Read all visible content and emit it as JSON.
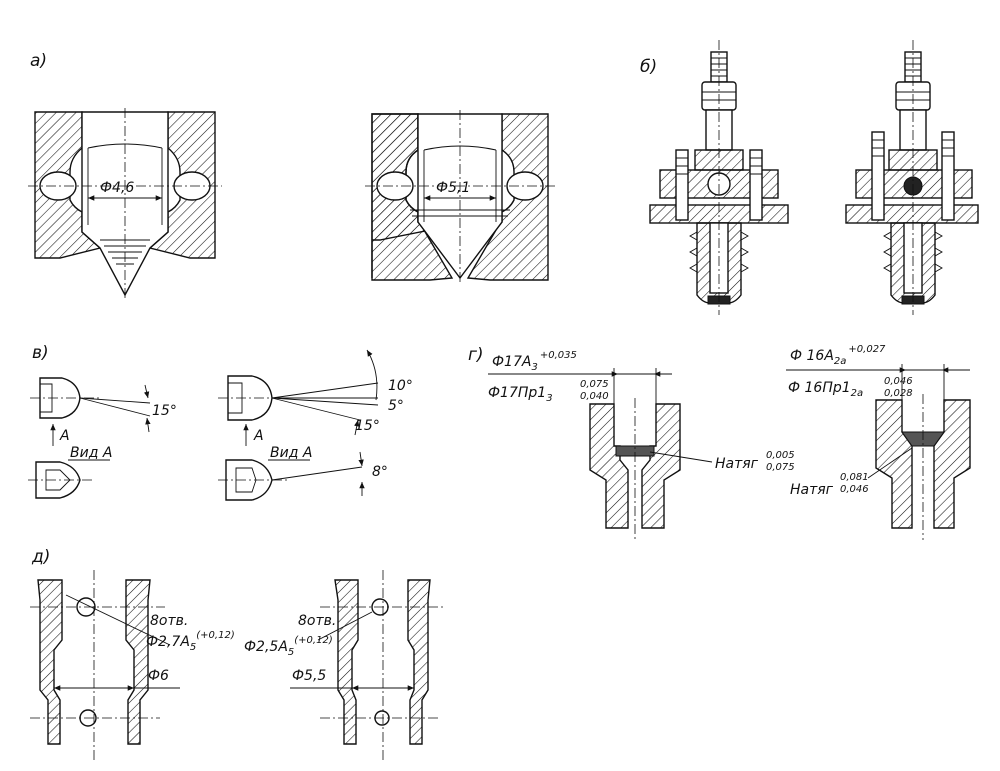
{
  "panels": {
    "a": "а)",
    "b": "б)",
    "v": "в)",
    "g": "г)",
    "d": "д)"
  },
  "panel_a": {
    "left_dim": "Ф4,6",
    "right_dim": "Ф5,1"
  },
  "panel_v": {
    "left_angle": "15°",
    "left_arrow": "А",
    "left_view": "Вид А",
    "right_angle_1": "10°",
    "right_angle_2": "5°",
    "right_angle_3": "15°",
    "right_arrow": "А",
    "right_view": "Вид А",
    "right_view_angle": "8°"
  },
  "panel_g": {
    "left_top": "Ф17А",
    "left_top_sub": "3",
    "left_top_tol": "+0,035",
    "left_second": "Ф17Пр1",
    "left_second_sub": "3",
    "left_second_tol_up": "0,075",
    "left_second_tol_low": "0,040",
    "left_fit": "Натяг",
    "left_fit_up": "0,005",
    "left_fit_low": "0,075",
    "right_top": "Ф 16А",
    "right_top_sub": "2а",
    "right_top_tol": "+0,027",
    "right_second": "Ф 16Пр1",
    "right_second_sub": "2а",
    "right_second_tol_up": "0,046",
    "right_second_tol_low": "0,028",
    "right_fit": "Натяг",
    "right_fit_up": "0,081",
    "right_fit_low": "0,046"
  },
  "panel_d": {
    "left_holes": "8отв.",
    "left_hole_dim": "Ф2,7А",
    "left_hole_sub": "5",
    "left_hole_tol": "(+0,12)",
    "left_bore": "Ф6",
    "right_holes": "8отв.",
    "right_hole_dim": "Ф2,5А",
    "right_hole_sub": "5",
    "right_hole_tol": "(+0,12)",
    "right_bore": "Ф5,5"
  }
}
